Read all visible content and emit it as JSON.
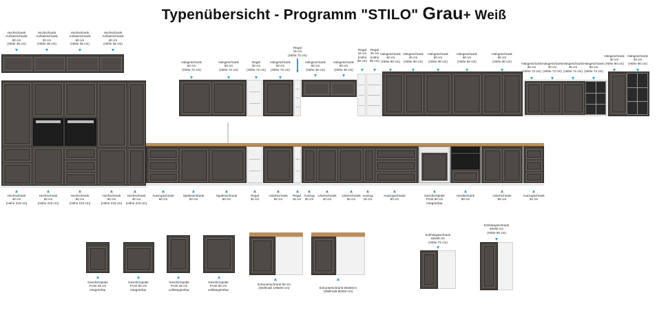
{
  "title": {
    "main": "Typenübersicht - Programm \"STILO\" ",
    "grau": "Grau",
    "weiss": "+ Weiß"
  },
  "top_labels": [
    "Hochschrank\nAufsatzschrank\n80 cm\n(Höhe 36 cm)",
    "Hochschrank\nAufsatzschrank\n30 cm\n(Höhe 36 cm)",
    "Hochschrank\nAufsatzschrank\n60 cm\n(Höhe 36 cm)",
    "Hochschrank\nAufsatzschrank\n40 cm\n(Höhe 36 cm)",
    "Hängeschrank\n50 cm\n(Höhe 72 cm)",
    "Hängeschrank\n60 cm\n(Höhe 72 cm)",
    "Regal\n30 cm\n(Höhe 72 cm)",
    "Hängeschrank\n60 cm\n(Höhe 72 cm)",
    "Regal\n15 cm\n(Höhe 72 cm)",
    "Hängeschrank\n50 cm\n(Höhe 36 cm)",
    "Hängeschrank\n60 cm\n(Höhe 36 cm)",
    "Regal\n15 cm\n(Höhe\n90 cm)",
    "Regal\n30 cm\n(Höhe\n90 cm)",
    "Hängeschrank\n40 cm\n(Höhe 90 cm)",
    "Hängeschrank\n40 cm\n(Höhe 90 cm)",
    "Hängeschrank\n50 cm\n(Höhe 90 cm)",
    "Hängeschrank\n60 cm\n(Höhe 90 cm)",
    "Hängeschrank\n80 cm\n(Höhe 90 cm)",
    "Hängeschrank\n30 cm\n(Höhe 72 cm)",
    "Hängeschrank\n40 cm\n(Höhe 72 cm)",
    "Hängeschrank\n45 cm\n(Höhe 72 cm)",
    "Hängeschrank\n50 cm\n(Höhe 72 cm)",
    "Hängeschrank\n30 cm\n(Höhe 90 cm)",
    "Hängeschrank\n40 cm\n(Höhe 90 cm)"
  ],
  "bottom_labels": [
    "Hochschrank\n40 cm\n(Höhe 210 cm)",
    "Hochschrank\n60 cm\n(Höhe 210 cm)",
    "Hochschrank\n60 cm\n(Höhe 210 cm)",
    "Hochschrank\n60 cm\n(Höhe 210 cm)",
    "Hochschrank\n40 cm\n(Höhe 210 cm)",
    "Auszugschrank\n60 cm",
    "Spülenschrank\n50 cm",
    "Spülenschrank\n80 cm",
    "Regal\n30 cm",
    "Unterschrank\n60 cm",
    "Regal\n15 cm",
    "Auszug\n30 cm",
    "Unterschrank\n40 cm",
    "Unterschrank\n50 cm",
    "Auszug\n15 cm",
    "Auszugschrank\n80 cm",
    "Geschirrspüler\nFront 60 cm\nintegrierbar",
    "Herdschrank\n60 cm",
    "Unterschrank\n80 cm",
    "Auszugschrank\n40 cm"
  ],
  "lower_labels": [
    "Geschirrspüler\nFront 45 cm\nintegrierbar",
    "Geschirrspüler\nFront 60 cm\nintegrierbar",
    "Geschirrspüler\nFront 45 cm\nvollintegrierbar",
    "Geschirrspüler\nFront 60 cm\nvollintegrierbar",
    "Eckunterschrank 90 cm\n(Stellmaß 105x60 cm)",
    "Eckunterschrank 60x60cm\n(Stellmaß 90x60 cm)",
    "Eckhängeschrank\n60x60 cm\n(Höhe 72 cm)",
    "Eckhängeschrank\n60x60 cm\n(Höhe 90 cm)"
  ],
  "colors": {
    "front": "#47433f",
    "carcass_white": "#f2f2f2",
    "worktop": "#b98e5c",
    "arrow": "#3a9ec4"
  }
}
